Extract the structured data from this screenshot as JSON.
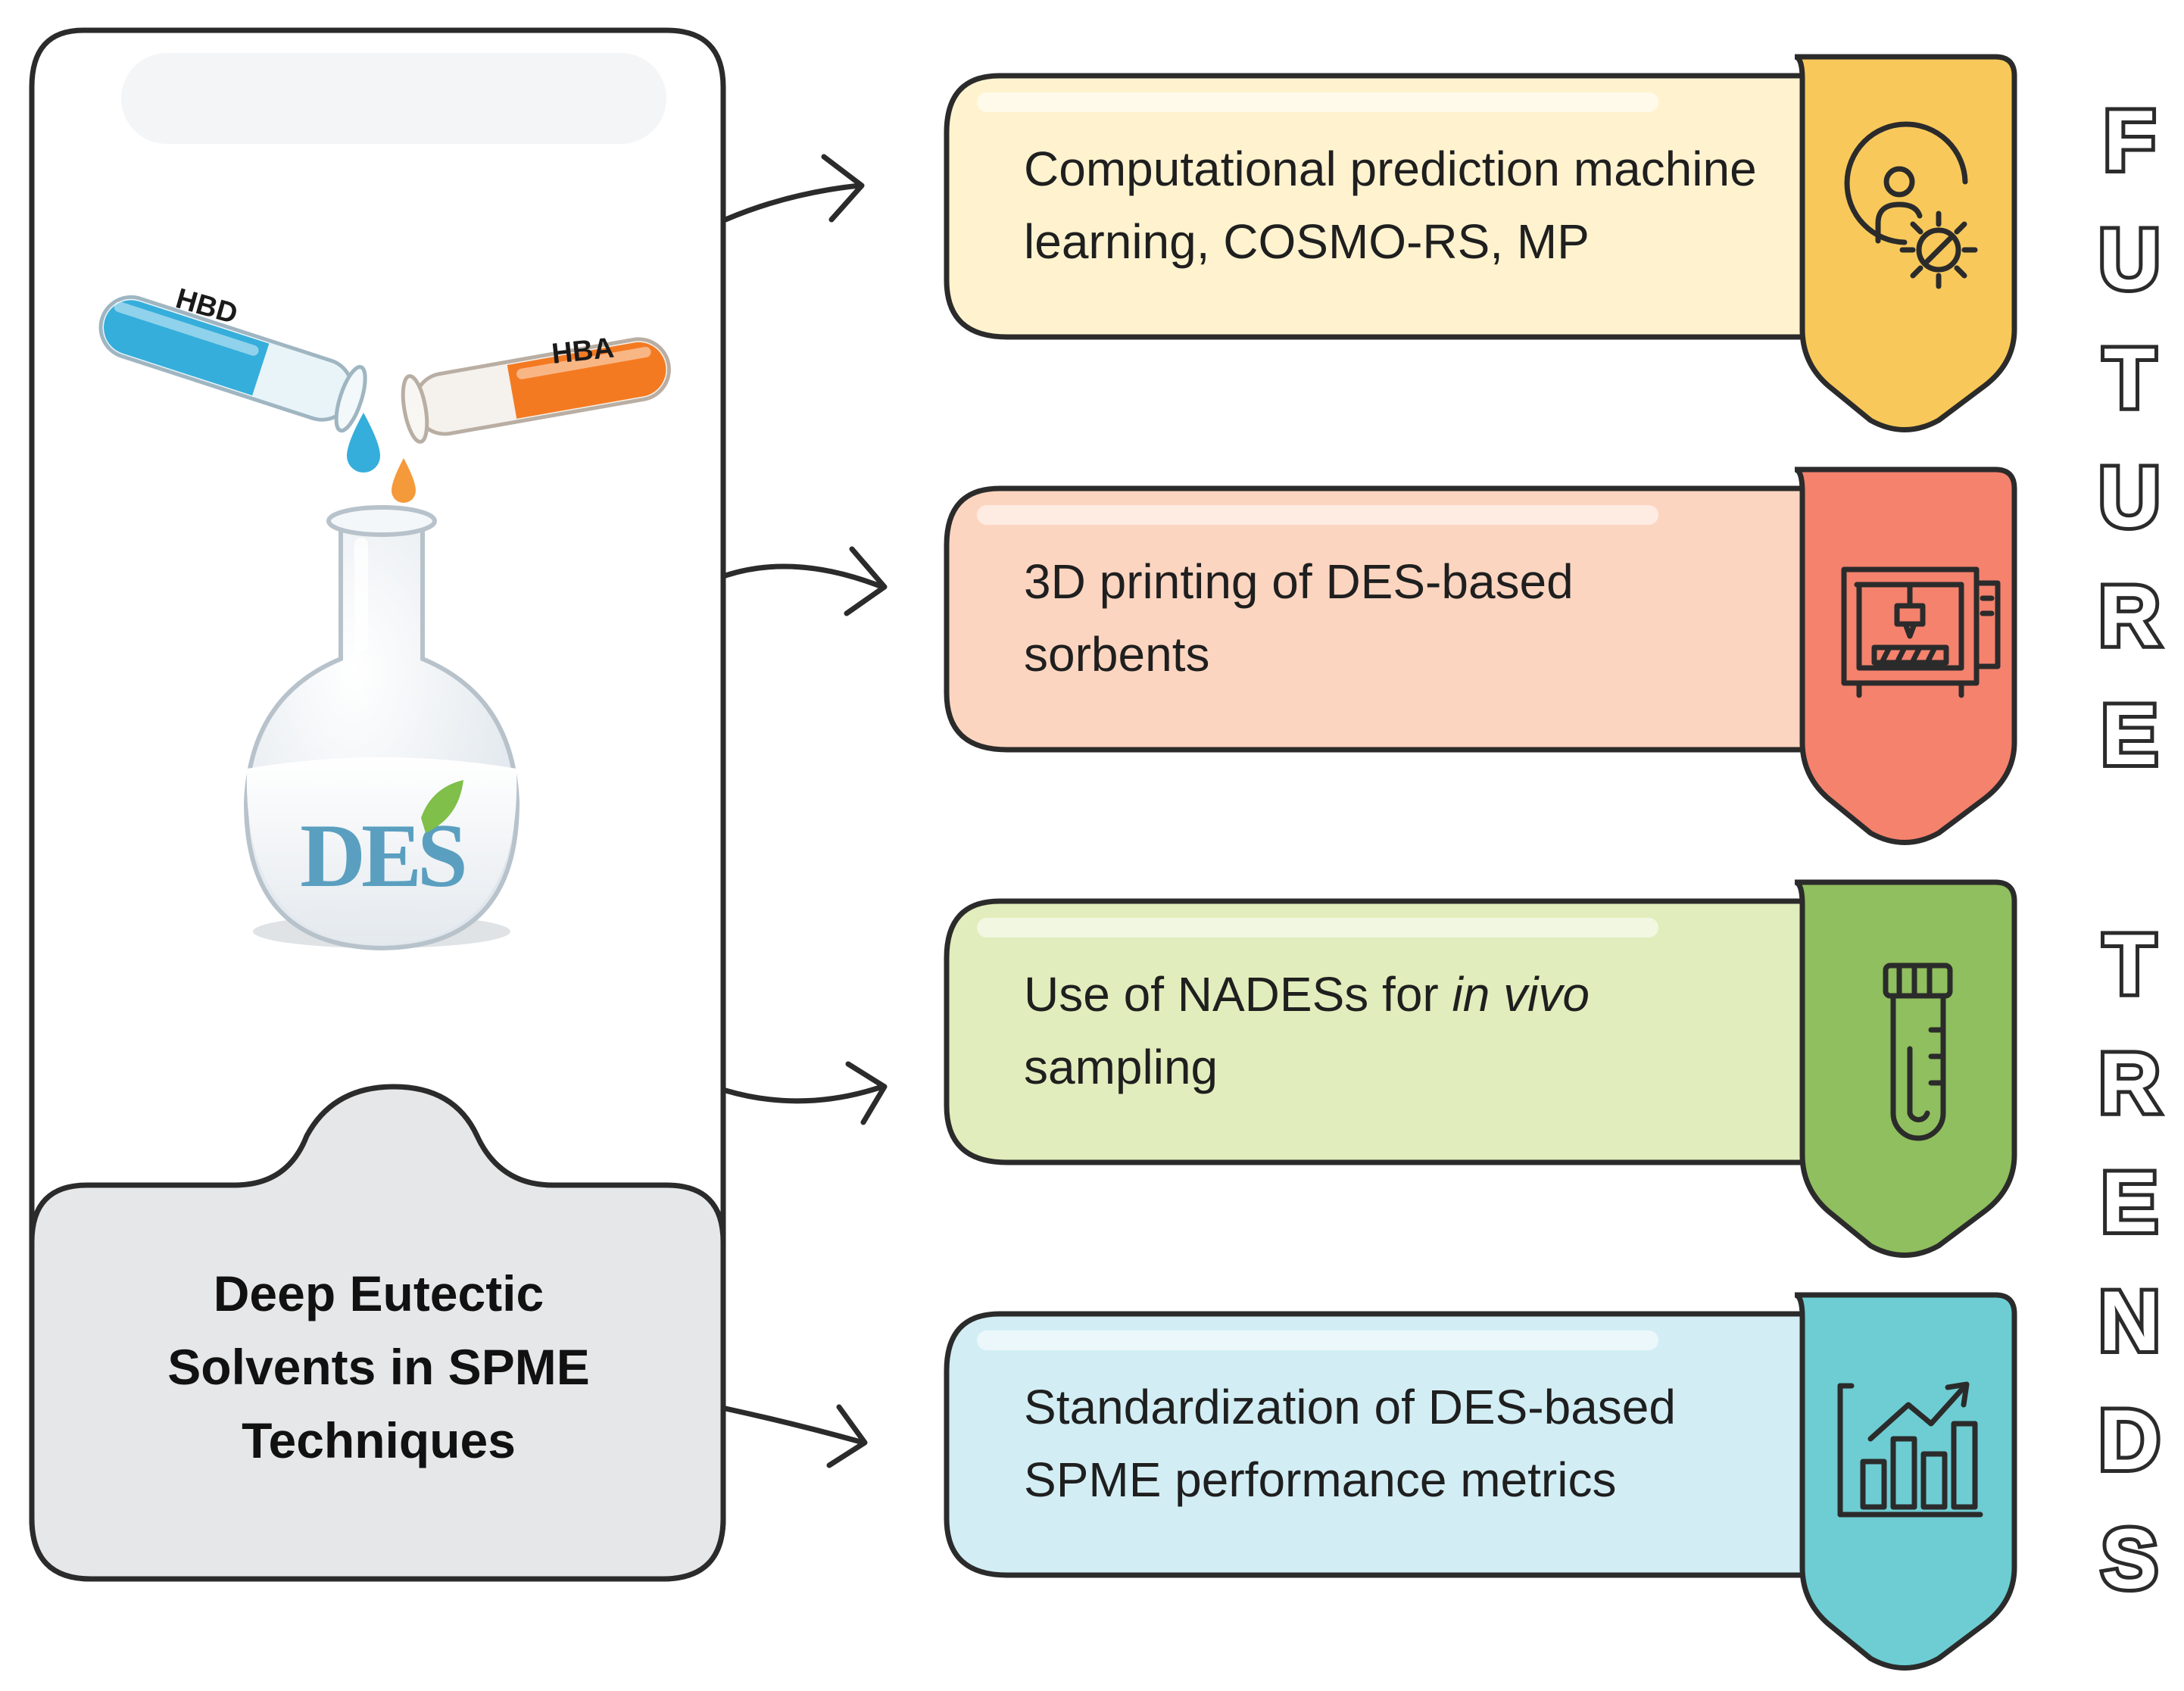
{
  "source": {
    "lines": [
      "Deep Eutectic",
      "Solvents in SPME",
      "Techniques"
    ],
    "flask_label": "DES",
    "tube_left_label": "HBD",
    "tube_right_label": "HBA",
    "tube_left_color": "#35aedb",
    "tube_right_color": "#f47a22"
  },
  "trends": [
    {
      "lines": [
        [
          "Computational prediction machine"
        ],
        [
          "learning, COSMO-RS, MP"
        ]
      ],
      "icon": "user-gear-icon",
      "fill": "#fff3cf",
      "badge": "#f8c95a"
    },
    {
      "lines": [
        [
          "3D printing of DES-based"
        ],
        [
          "sorbents"
        ]
      ],
      "icon": "3d-printer-icon",
      "fill": "#fcd5c0",
      "badge": "#f4826d"
    },
    {
      "lines": [
        [
          "Use of NADESs for ",
          "in vivo"
        ],
        [
          "sampling"
        ]
      ],
      "icon": "test-tube-icon",
      "fill": "#e1edbc",
      "badge": "#8fbf5e"
    },
    {
      "lines": [
        [
          "Standardization of DES-based"
        ],
        [
          "SPME performance metrics"
        ]
      ],
      "icon": "bar-chart-icon",
      "fill": "#d2eef4",
      "badge": "#6dcdd3"
    }
  ],
  "vertical_title": {
    "word1": [
      "F",
      "U",
      "T",
      "U",
      "R",
      "E"
    ],
    "word2": [
      "T",
      "R",
      "E",
      "N",
      "D",
      "S"
    ]
  }
}
